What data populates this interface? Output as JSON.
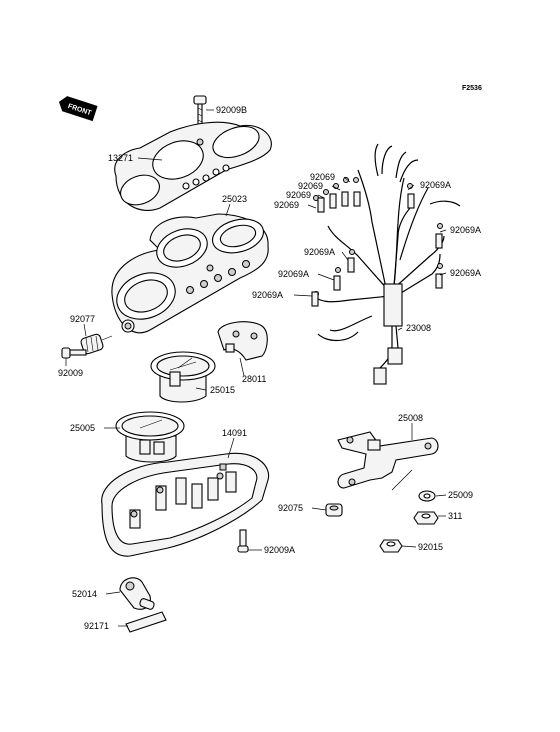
{
  "figure_code": "F2536",
  "front_label": "FRONT",
  "callouts": {
    "c92009B": "92009B",
    "c13271": "13271",
    "c25023": "25023",
    "c92069_1": "92069",
    "c92069_2": "92069",
    "c92069_3": "92069",
    "c92069_4": "92069",
    "c92069A_1": "92069A",
    "c92069A_2": "92069A",
    "c92069A_3": "92069A",
    "c92069A_4": "92069A",
    "c92069A_5": "92069A",
    "c92069A_6": "92069A",
    "c92077": "92077",
    "c92009": "92009",
    "c28011": "28011",
    "c25015": "25015",
    "c23008": "23008",
    "c25005": "25005",
    "c14091": "14091",
    "c25008": "25008",
    "c25009": "25009",
    "c92075": "92075",
    "c311": "311",
    "c92009A": "92009A",
    "c92015": "92015",
    "c52014": "52014",
    "c92171": "92171"
  }
}
